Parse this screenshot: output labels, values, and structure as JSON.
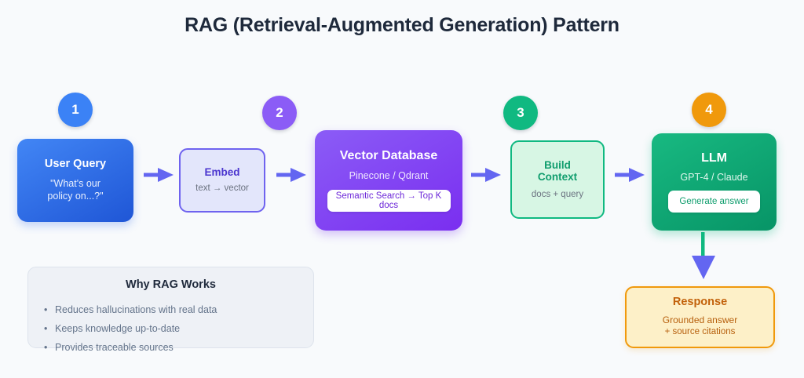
{
  "page": {
    "title": "RAG (Retrieval-Augmented Generation) Pattern",
    "background": "#f8fafc"
  },
  "flow": {
    "badges": [
      {
        "label": "1",
        "color": "#3b82f6"
      },
      {
        "label": "2",
        "color": "#8b5cf6"
      },
      {
        "label": "3",
        "color": "#10b981"
      },
      {
        "label": "4",
        "color": "#f0990c"
      }
    ],
    "nodes": [
      {
        "id": "user-query",
        "title": "User Query",
        "sub_line1": "\"What's our",
        "sub_line2": "policy on...?\"",
        "color": "#2563eb"
      },
      {
        "id": "embed",
        "title": "Embed",
        "sub": "text → vector",
        "color": "#6f63ef"
      },
      {
        "id": "vector-database",
        "title": "Vector Database",
        "sub": "Pinecone / Qdrant",
        "pill": "Semantic Search → Top K docs",
        "color": "#7c3aed"
      },
      {
        "id": "build-context",
        "title_line1": "Build",
        "title_line2": "Context",
        "sub": "docs + query",
        "color": "#10b981"
      },
      {
        "id": "llm",
        "title": "LLM",
        "sub": "GPT-4 / Claude",
        "pill": "Generate answer",
        "color": "#079466"
      },
      {
        "id": "response",
        "title": "Response",
        "sub_line1": "Grounded answer",
        "sub_line2": "+ source citations",
        "color": "#f0990c"
      }
    ],
    "connectors": {
      "horizontal_arrow_color": "#6366f1",
      "vertical_line_color": "#10b981",
      "vertical_arrow_color": "#6366f1"
    }
  },
  "info_panel": {
    "title": "Why RAG Works",
    "bullets": [
      "Reduces hallucinations with real data",
      "Keeps knowledge up-to-date",
      "Provides traceable sources"
    ]
  }
}
